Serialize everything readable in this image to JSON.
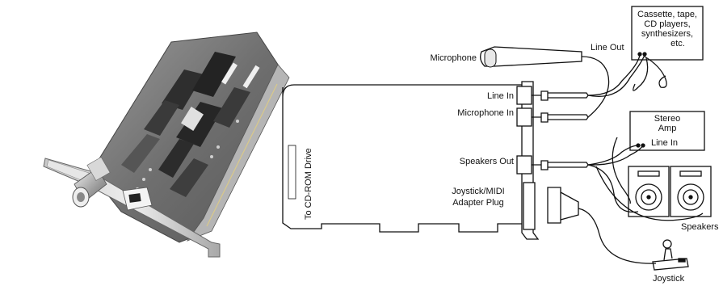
{
  "diagram": {
    "labels": {
      "microphone": "Microphone",
      "line_out": "Line Out",
      "line_in": "Line In",
      "microphone_in": "Microphone In",
      "speakers_out": "Speakers Out",
      "joystick_midi_line1": "Joystick/MIDI",
      "joystick_midi_line2": "Adapter Plug",
      "to_cdrom": "To CD-ROM Drive",
      "cassette_line1": "Cassette, tape,",
      "cassette_line2": "CD players,",
      "cassette_line3": "synthesizers,",
      "cassette_line4": "etc.",
      "stereo_amp_line1": "Stereo",
      "stereo_amp_line2": "Amp",
      "amp_line_in": "Line In",
      "speakers": "Speakers",
      "joystick": "Joystick"
    }
  }
}
